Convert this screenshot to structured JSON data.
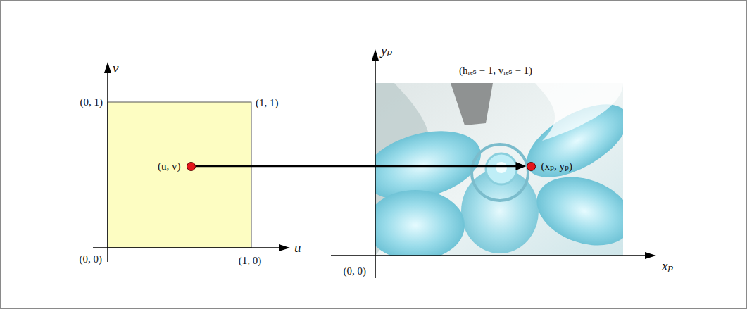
{
  "diagram": {
    "nodes": [
      {
        "text": [
          "(u, v)"
        ]
      },
      {
        "text": [
          "(xₚ, yₚ)"
        ]
      }
    ],
    "edges": [
      {
        "from": 0,
        "to": 1,
        "arrow": "to"
      }
    ],
    "labels": [
      "v",
      "u",
      "(0, 1)",
      "(1, 1)",
      "(0, 0)",
      "(1, 0)",
      "yₚ",
      "xₚ",
      "(0, 0)",
      "(hᵣₑₛ − 1, vᵣₑₛ − 1)"
    ]
  }
}
